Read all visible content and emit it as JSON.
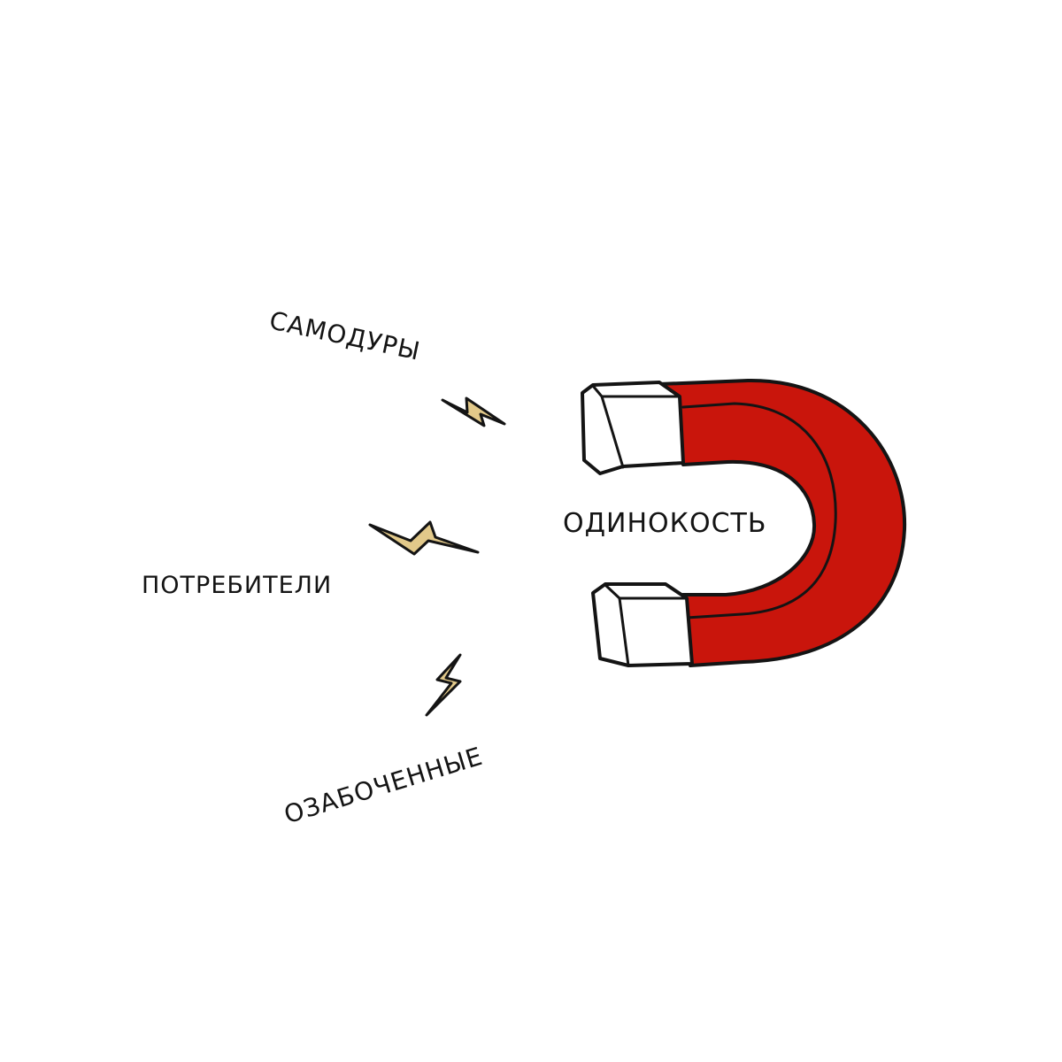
{
  "labels": {
    "top": "САМОДУРЫ",
    "middle": "ПОТРЕБИТЕЛИ",
    "bottom": "ОЗАБОЧЕННЫЕ",
    "magnet": "ОДИНОКОСТЬ"
  },
  "colors": {
    "background": "#ffffff",
    "magnet_body": "#c9150c",
    "magnet_tips": "#ffffff",
    "outline": "#141414",
    "bolt_fill": "#e2c98a"
  },
  "icons": [
    "horseshoe-magnet-icon",
    "lightning-bolt-icon"
  ]
}
